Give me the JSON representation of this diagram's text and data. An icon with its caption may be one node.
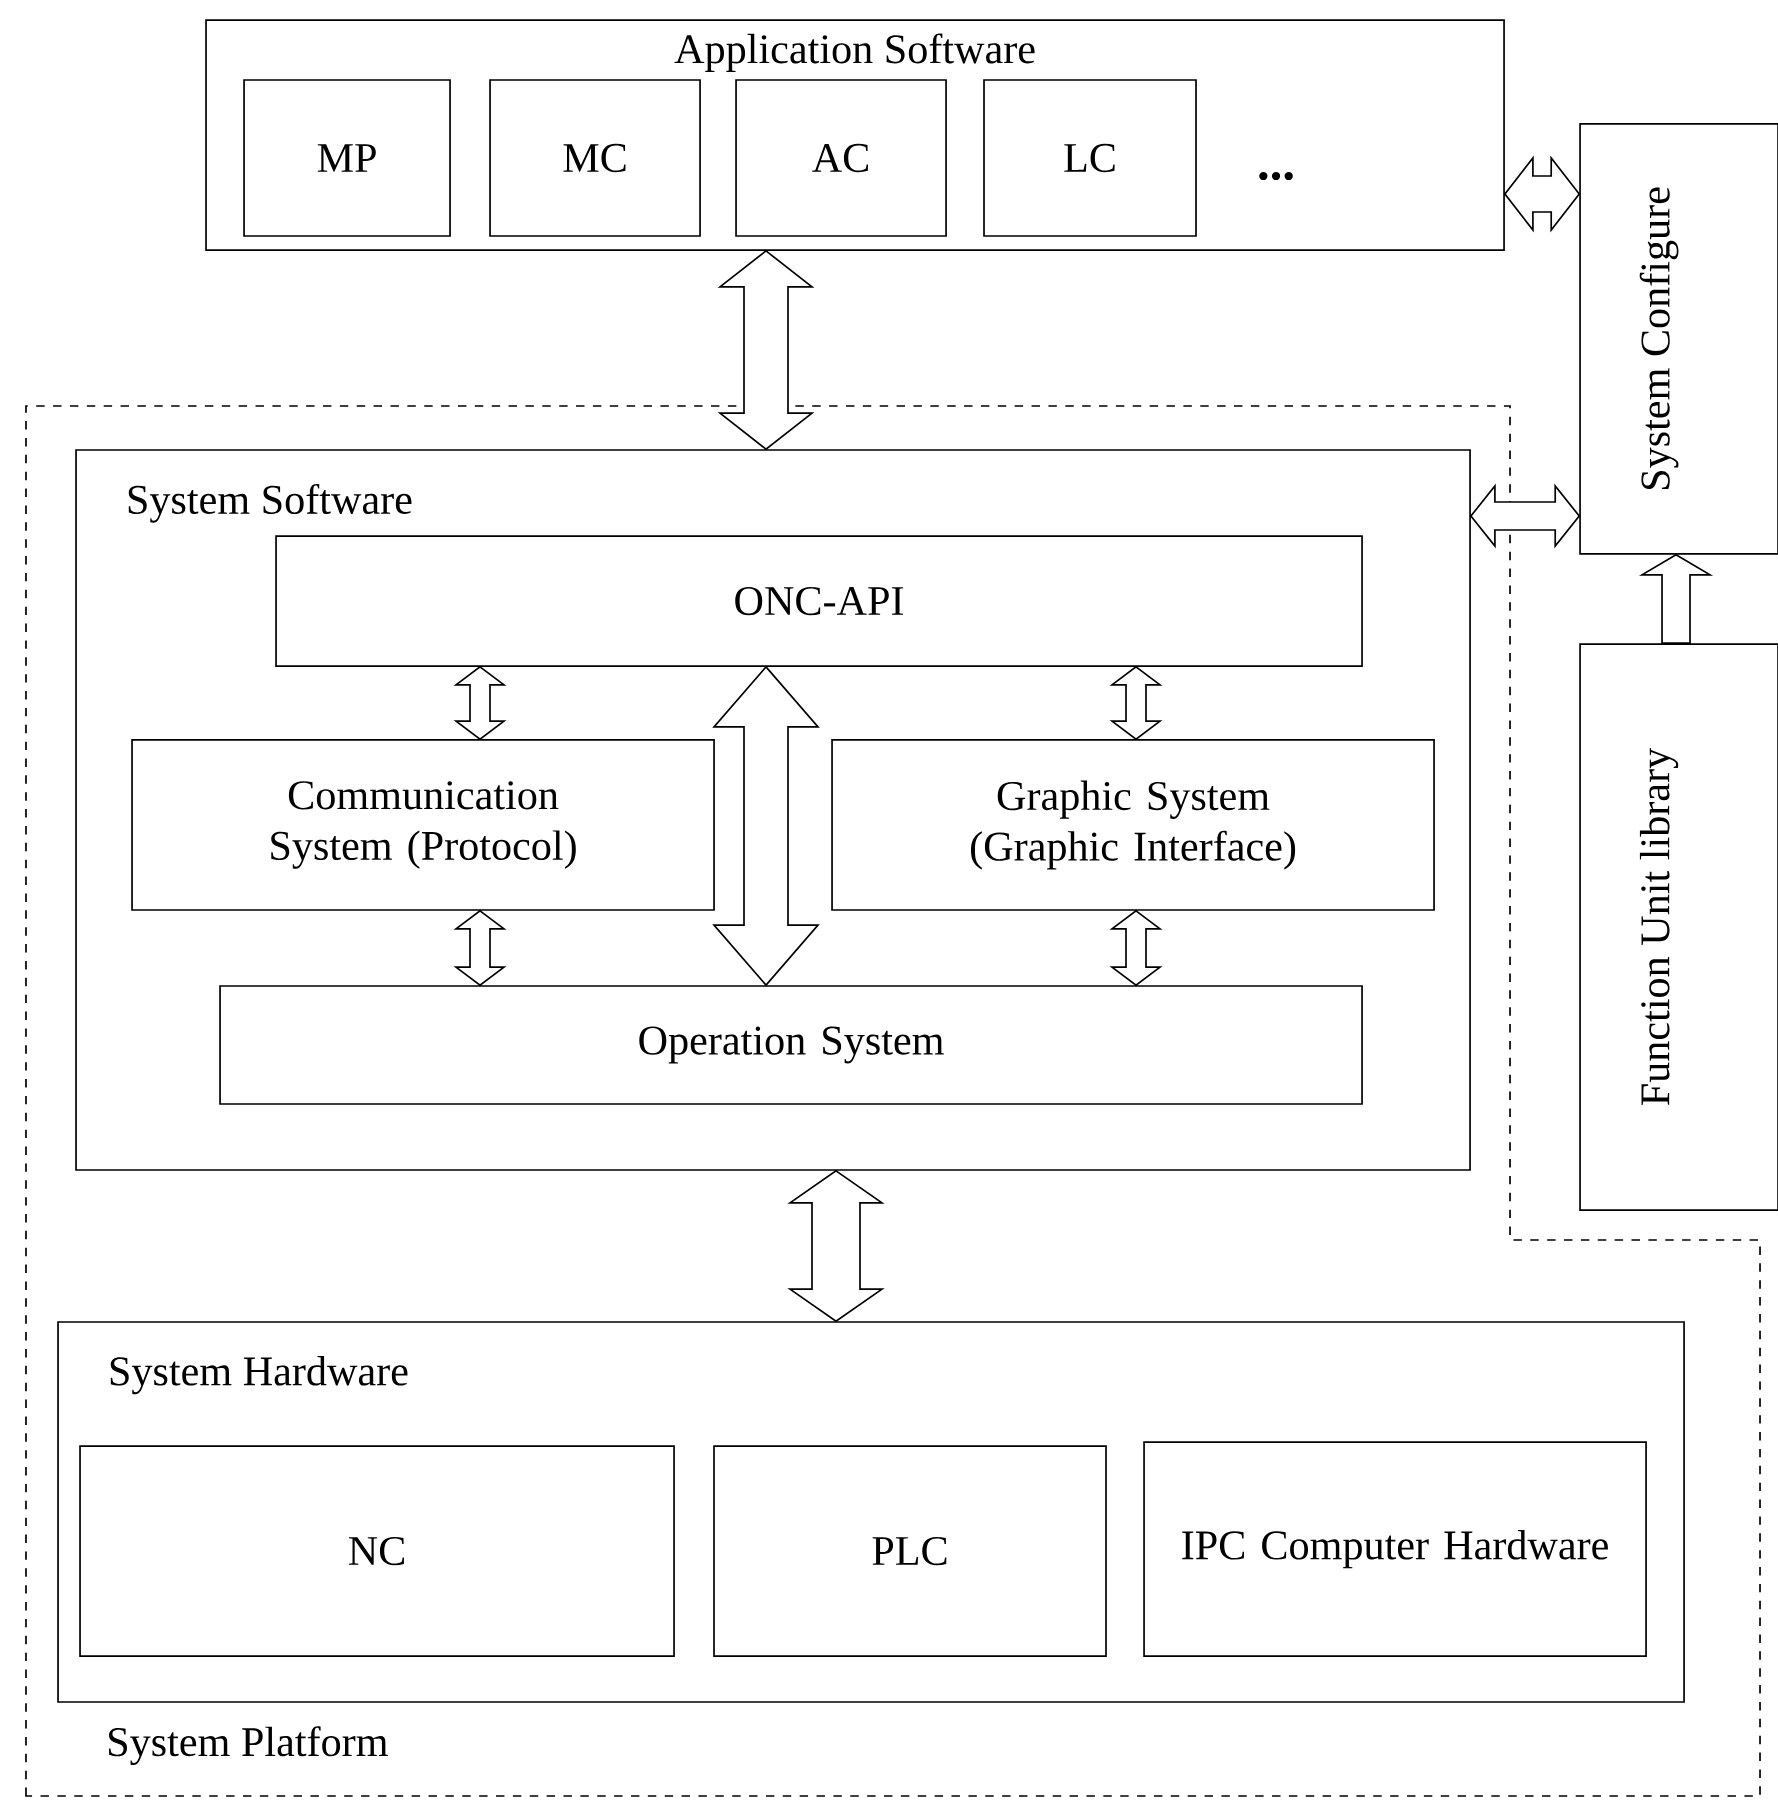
{
  "diagram": {
    "nodes": [
      {
        "text": [
          "Application Software"
        ]
      },
      {
        "text": [
          "MP"
        ],
        "in": 0
      },
      {
        "text": [
          "MC"
        ],
        "in": 0
      },
      {
        "text": [
          "AC"
        ],
        "in": 0
      },
      {
        "text": [
          "LC"
        ],
        "in": 0
      },
      {
        "text": [
          "System Configure"
        ]
      },
      {
        "text": [
          "Function Unit library"
        ]
      },
      {
        "text": [
          "System Platform"
        ]
      },
      {
        "text": [
          "System Software"
        ],
        "in": 7
      },
      {
        "text": [
          "ONC-API"
        ],
        "in": 8
      },
      {
        "text": [
          "Communication System (Protocol)"
        ],
        "in": 8
      },
      {
        "text": [
          "Graphic System (Graphic Interface)"
        ],
        "in": 8
      },
      {
        "text": [
          "Operation System"
        ],
        "in": 8
      },
      {
        "text": [
          "System Hardware"
        ],
        "in": 7
      },
      {
        "text": [
          "NC"
        ],
        "in": 13
      },
      {
        "text": [
          "PLC"
        ],
        "in": 13
      },
      {
        "text": [
          "IPC Computer Hardware"
        ],
        "in": 13
      }
    ],
    "edges": [
      {
        "from": 0,
        "to": 8,
        "arrow": "both"
      },
      {
        "from": 0,
        "to": 5,
        "arrow": "both"
      },
      {
        "from": 8,
        "to": 5,
        "arrow": "both"
      },
      {
        "from": 6,
        "to": 5,
        "arrow": "to"
      },
      {
        "from": 9,
        "to": 10,
        "arrow": "both"
      },
      {
        "from": 9,
        "to": 11,
        "arrow": "both"
      },
      {
        "from": 9,
        "to": 12,
        "arrow": "both"
      },
      {
        "from": 10,
        "to": 12,
        "arrow": "both"
      },
      {
        "from": 11,
        "to": 12,
        "arrow": "both"
      },
      {
        "from": 8,
        "to": 13,
        "arrow": "both"
      }
    ],
    "labels": [
      "..."
    ]
  }
}
